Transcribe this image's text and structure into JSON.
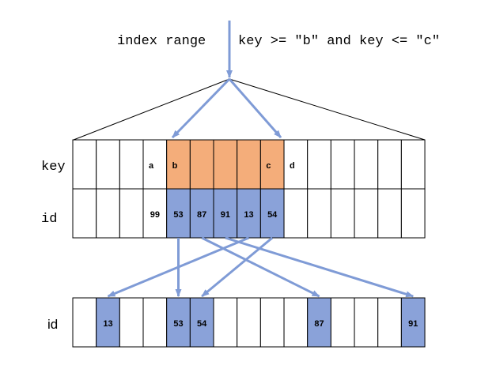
{
  "labels": {
    "index_range": "index range",
    "condition": "key >= \"b\" and key <= \"c\"",
    "key_row": "key",
    "id_row": "id",
    "table_id_row": "id"
  },
  "index": {
    "cells": 15,
    "keys": [
      "",
      "",
      "",
      "a",
      "b",
      "",
      "",
      "",
      "c",
      "d",
      "",
      "",
      "",
      "",
      ""
    ],
    "ids": [
      "",
      "",
      "",
      "99",
      "53",
      "87",
      "91",
      "13",
      "54",
      "",
      "",
      "",
      "",
      "",
      ""
    ],
    "range_start": 4,
    "range_end": 8
  },
  "table": {
    "cells": 15,
    "ids": [
      "",
      "13",
      "",
      "",
      "53",
      "54",
      "",
      "",
      "",
      "",
      "87",
      "",
      "",
      "",
      "91"
    ]
  },
  "links": [
    {
      "from": 4,
      "to": 4
    },
    {
      "from": 5,
      "to": 10
    },
    {
      "from": 6,
      "to": 14
    },
    {
      "from": 7,
      "to": 1
    },
    {
      "from": 8,
      "to": 5
    }
  ],
  "colors": {
    "highlight_key": "#f4ad7a",
    "highlight_id": "#8aa2d9",
    "arrow": "#7f9bd6",
    "line": "#000000"
  }
}
